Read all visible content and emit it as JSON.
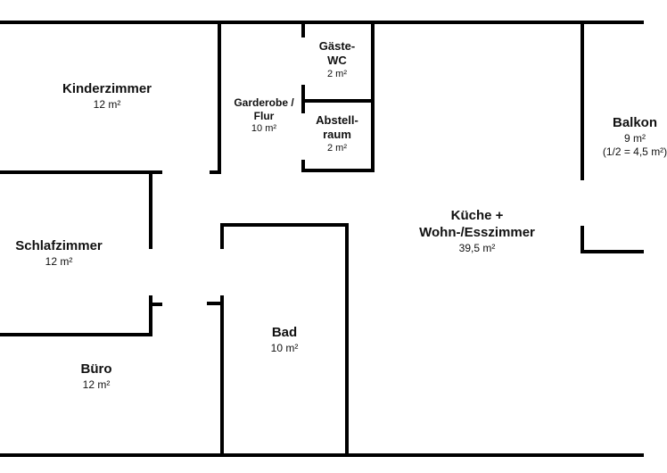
{
  "floorplan": {
    "rooms": [
      {
        "id": "kinderzimmer",
        "name": "Kinderzimmer",
        "area": "12 m²"
      },
      {
        "id": "garderobe",
        "name_line1": "Garderobe /",
        "name_line2": "Flur",
        "area": "10 m²"
      },
      {
        "id": "gaeste-wc",
        "name_line1": "Gäste-",
        "name_line2": "WC",
        "area": "2 m²"
      },
      {
        "id": "abstellraum",
        "name_line1": "Abstell-",
        "name_line2": "raum",
        "area": "2 m²"
      },
      {
        "id": "balkon",
        "name": "Balkon",
        "area": "9 m²",
        "note": "(1/2 = 4,5 m²)"
      },
      {
        "id": "schlafzimmer",
        "name": "Schlafzimmer",
        "area": "12 m²"
      },
      {
        "id": "kueche",
        "name_line1": "Küche +",
        "name_line2": "Wohn-/Esszimmer",
        "area": "39,5 m²"
      },
      {
        "id": "bad",
        "name": "Bad",
        "area": "10 m²"
      },
      {
        "id": "buero",
        "name": "Büro",
        "area": "12 m²"
      }
    ]
  }
}
